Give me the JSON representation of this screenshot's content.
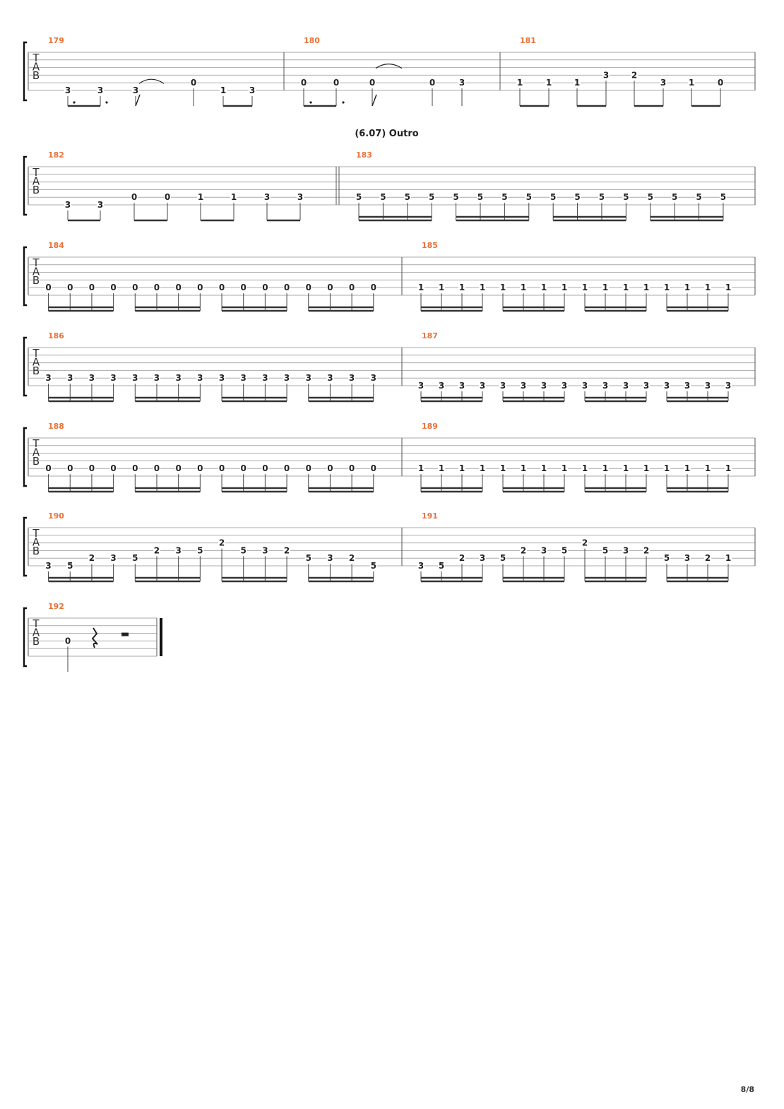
{
  "document": {
    "section_title": "(6.07) Outro",
    "page_number": "8/8",
    "tab_clef": [
      "T",
      "A",
      "B"
    ],
    "colors": {
      "measure_number": "#e8733a",
      "lines": "#aaaaaa",
      "ink": "#222222"
    }
  },
  "systems": [
    {
      "measures": [
        {
          "number": "179",
          "notes": [
            {
              "fret": "3",
              "string": 6
            },
            {
              "fret": "3",
              "string": 6
            },
            {
              "fret": "3",
              "string": 6
            },
            {
              "fret": "0",
              "string": 5
            },
            {
              "fret": "1",
              "string": 6
            },
            {
              "fret": "3",
              "string": 6
            }
          ]
        },
        {
          "number": "180",
          "notes": [
            {
              "fret": "0",
              "string": 5
            },
            {
              "fret": "0",
              "string": 5
            },
            {
              "fret": "0",
              "string": 5
            },
            {
              "fret": "0",
              "string": 5
            },
            {
              "fret": "3",
              "string": 5
            }
          ]
        },
        {
          "number": "181",
          "notes": [
            {
              "fret": "1",
              "string": 5
            },
            {
              "fret": "1",
              "string": 5
            },
            {
              "fret": "1",
              "string": 5
            },
            {
              "fret": "3",
              "string": 4
            },
            {
              "fret": "2",
              "string": 4
            },
            {
              "fret": "3",
              "string": 5
            },
            {
              "fret": "1",
              "string": 5
            },
            {
              "fret": "0",
              "string": 5
            }
          ]
        }
      ]
    },
    {
      "measures": [
        {
          "number": "182",
          "notes": [
            {
              "fret": "3",
              "string": 6
            },
            {
              "fret": "3",
              "string": 6
            },
            {
              "fret": "0",
              "string": 5
            },
            {
              "fret": "0",
              "string": 5
            },
            {
              "fret": "1",
              "string": 5
            },
            {
              "fret": "1",
              "string": 5
            },
            {
              "fret": "3",
              "string": 5
            },
            {
              "fret": "3",
              "string": 5
            }
          ]
        },
        {
          "number": "183",
          "notes": [
            {
              "fret": "5",
              "string": 5
            },
            {
              "fret": "5",
              "string": 5
            },
            {
              "fret": "5",
              "string": 5
            },
            {
              "fret": "5",
              "string": 5
            },
            {
              "fret": "5",
              "string": 5
            },
            {
              "fret": "5",
              "string": 5
            },
            {
              "fret": "5",
              "string": 5
            },
            {
              "fret": "5",
              "string": 5
            },
            {
              "fret": "5",
              "string": 5
            },
            {
              "fret": "5",
              "string": 5
            },
            {
              "fret": "5",
              "string": 5
            },
            {
              "fret": "5",
              "string": 5
            },
            {
              "fret": "5",
              "string": 5
            },
            {
              "fret": "5",
              "string": 5
            },
            {
              "fret": "5",
              "string": 5
            },
            {
              "fret": "5",
              "string": 5
            }
          ]
        }
      ]
    },
    {
      "measures": [
        {
          "number": "184",
          "notes": [
            {
              "fret": "0",
              "string": 5
            },
            {
              "fret": "0",
              "string": 5
            },
            {
              "fret": "0",
              "string": 5
            },
            {
              "fret": "0",
              "string": 5
            },
            {
              "fret": "0",
              "string": 5
            },
            {
              "fret": "0",
              "string": 5
            },
            {
              "fret": "0",
              "string": 5
            },
            {
              "fret": "0",
              "string": 5
            },
            {
              "fret": "0",
              "string": 5
            },
            {
              "fret": "0",
              "string": 5
            },
            {
              "fret": "0",
              "string": 5
            },
            {
              "fret": "0",
              "string": 5
            },
            {
              "fret": "0",
              "string": 5
            },
            {
              "fret": "0",
              "string": 5
            },
            {
              "fret": "0",
              "string": 5
            },
            {
              "fret": "0",
              "string": 5
            }
          ]
        },
        {
          "number": "185",
          "notes": [
            {
              "fret": "1",
              "string": 5
            },
            {
              "fret": "1",
              "string": 5
            },
            {
              "fret": "1",
              "string": 5
            },
            {
              "fret": "1",
              "string": 5
            },
            {
              "fret": "1",
              "string": 5
            },
            {
              "fret": "1",
              "string": 5
            },
            {
              "fret": "1",
              "string": 5
            },
            {
              "fret": "1",
              "string": 5
            },
            {
              "fret": "1",
              "string": 5
            },
            {
              "fret": "1",
              "string": 5
            },
            {
              "fret": "1",
              "string": 5
            },
            {
              "fret": "1",
              "string": 5
            },
            {
              "fret": "1",
              "string": 5
            },
            {
              "fret": "1",
              "string": 5
            },
            {
              "fret": "1",
              "string": 5
            },
            {
              "fret": "1",
              "string": 5
            }
          ]
        }
      ]
    },
    {
      "measures": [
        {
          "number": "186",
          "notes": [
            {
              "fret": "3",
              "string": 5
            },
            {
              "fret": "3",
              "string": 5
            },
            {
              "fret": "3",
              "string": 5
            },
            {
              "fret": "3",
              "string": 5
            },
            {
              "fret": "3",
              "string": 5
            },
            {
              "fret": "3",
              "string": 5
            },
            {
              "fret": "3",
              "string": 5
            },
            {
              "fret": "3",
              "string": 5
            },
            {
              "fret": "3",
              "string": 5
            },
            {
              "fret": "3",
              "string": 5
            },
            {
              "fret": "3",
              "string": 5
            },
            {
              "fret": "3",
              "string": 5
            },
            {
              "fret": "3",
              "string": 5
            },
            {
              "fret": "3",
              "string": 5
            },
            {
              "fret": "3",
              "string": 5
            },
            {
              "fret": "3",
              "string": 5
            }
          ]
        },
        {
          "number": "187",
          "notes": [
            {
              "fret": "3",
              "string": 6
            },
            {
              "fret": "3",
              "string": 6
            },
            {
              "fret": "3",
              "string": 6
            },
            {
              "fret": "3",
              "string": 6
            },
            {
              "fret": "3",
              "string": 6
            },
            {
              "fret": "3",
              "string": 6
            },
            {
              "fret": "3",
              "string": 6
            },
            {
              "fret": "3",
              "string": 6
            },
            {
              "fret": "3",
              "string": 6
            },
            {
              "fret": "3",
              "string": 6
            },
            {
              "fret": "3",
              "string": 6
            },
            {
              "fret": "3",
              "string": 6
            },
            {
              "fret": "3",
              "string": 6
            },
            {
              "fret": "3",
              "string": 6
            },
            {
              "fret": "3",
              "string": 6
            },
            {
              "fret": "3",
              "string": 6
            }
          ]
        }
      ]
    },
    {
      "measures": [
        {
          "number": "188",
          "notes": [
            {
              "fret": "0",
              "string": 5
            },
            {
              "fret": "0",
              "string": 5
            },
            {
              "fret": "0",
              "string": 5
            },
            {
              "fret": "0",
              "string": 5
            },
            {
              "fret": "0",
              "string": 5
            },
            {
              "fret": "0",
              "string": 5
            },
            {
              "fret": "0",
              "string": 5
            },
            {
              "fret": "0",
              "string": 5
            },
            {
              "fret": "0",
              "string": 5
            },
            {
              "fret": "0",
              "string": 5
            },
            {
              "fret": "0",
              "string": 5
            },
            {
              "fret": "0",
              "string": 5
            },
            {
              "fret": "0",
              "string": 5
            },
            {
              "fret": "0",
              "string": 5
            },
            {
              "fret": "0",
              "string": 5
            },
            {
              "fret": "0",
              "string": 5
            }
          ]
        },
        {
          "number": "189",
          "notes": [
            {
              "fret": "1",
              "string": 5
            },
            {
              "fret": "1",
              "string": 5
            },
            {
              "fret": "1",
              "string": 5
            },
            {
              "fret": "1",
              "string": 5
            },
            {
              "fret": "1",
              "string": 5
            },
            {
              "fret": "1",
              "string": 5
            },
            {
              "fret": "1",
              "string": 5
            },
            {
              "fret": "1",
              "string": 5
            },
            {
              "fret": "1",
              "string": 5
            },
            {
              "fret": "1",
              "string": 5
            },
            {
              "fret": "1",
              "string": 5
            },
            {
              "fret": "1",
              "string": 5
            },
            {
              "fret": "1",
              "string": 5
            },
            {
              "fret": "1",
              "string": 5
            },
            {
              "fret": "1",
              "string": 5
            },
            {
              "fret": "1",
              "string": 5
            }
          ]
        }
      ]
    },
    {
      "measures": [
        {
          "number": "190",
          "notes": [
            {
              "fret": "3",
              "string": 6
            },
            {
              "fret": "5",
              "string": 6
            },
            {
              "fret": "2",
              "string": 5
            },
            {
              "fret": "3",
              "string": 5
            },
            {
              "fret": "5",
              "string": 5
            },
            {
              "fret": "2",
              "string": 4
            },
            {
              "fret": "3",
              "string": 4
            },
            {
              "fret": "5",
              "string": 4
            },
            {
              "fret": "2",
              "string": 3
            },
            {
              "fret": "5",
              "string": 4
            },
            {
              "fret": "3",
              "string": 4
            },
            {
              "fret": "2",
              "string": 4
            },
            {
              "fret": "5",
              "string": 5
            },
            {
              "fret": "3",
              "string": 5
            },
            {
              "fret": "2",
              "string": 5
            },
            {
              "fret": "5",
              "string": 6
            }
          ]
        },
        {
          "number": "191",
          "notes": [
            {
              "fret": "3",
              "string": 6
            },
            {
              "fret": "5",
              "string": 6
            },
            {
              "fret": "2",
              "string": 5
            },
            {
              "fret": "3",
              "string": 5
            },
            {
              "fret": "5",
              "string": 5
            },
            {
              "fret": "2",
              "string": 4
            },
            {
              "fret": "3",
              "string": 4
            },
            {
              "fret": "5",
              "string": 4
            },
            {
              "fret": "2",
              "string": 3
            },
            {
              "fret": "5",
              "string": 4
            },
            {
              "fret": "3",
              "string": 4
            },
            {
              "fret": "2",
              "string": 4
            },
            {
              "fret": "5",
              "string": 5
            },
            {
              "fret": "3",
              "string": 5
            },
            {
              "fret": "2",
              "string": 5
            },
            {
              "fret": "1",
              "string": 5
            }
          ]
        }
      ]
    },
    {
      "measures": [
        {
          "number": "192",
          "notes": [
            {
              "fret": "0",
              "string": 4
            }
          ]
        }
      ]
    }
  ]
}
